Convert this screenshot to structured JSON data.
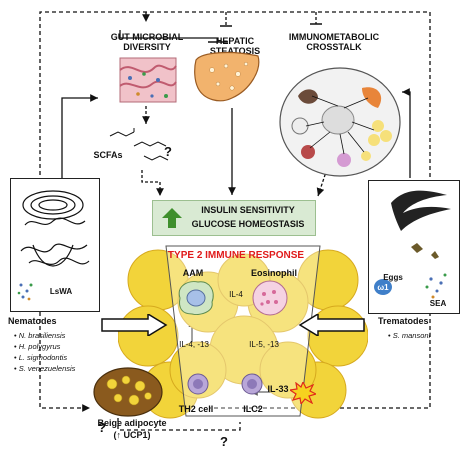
{
  "labels": {
    "gut": "GUT MICROBIAL DIVERSITY",
    "hepatic": "HEPATIC STEATOSIS",
    "immuno": "IMMUNOMETABOLIC CROSSTALK",
    "scfas": "SCFAs",
    "insulin": "INSULIN SENSITIVITY",
    "glucose": "GLUCOSE HOMEOSTASIS",
    "type2": "TYPE 2 IMMUNE RESPONSE",
    "aam": "AAM",
    "eosinophil": "Eosinophil",
    "il4": "IL-4",
    "il413": "IL-4, -13",
    "il513": "IL-5, -13",
    "th2": "TH2 cell",
    "ilc2": "ILC2",
    "il33": "IL-33",
    "lswa": "LsWA",
    "eggs": "Eggs",
    "sea": "SEA",
    "omega1": "ω1",
    "beige": "Beige adipocyte",
    "ucp1": "(↑ UCP1)",
    "question": "?"
  },
  "nematodes": {
    "title": "Nematodes",
    "species": [
      "N. brasiliensis",
      "H. polygyrus",
      "L. sigmodontis",
      "S. venezuelensis"
    ]
  },
  "trematodes": {
    "title": "Trematodes",
    "species": [
      "S. mansoni"
    ]
  },
  "colors": {
    "fat": "#f2d43a",
    "fat_dark": "#d6a91e",
    "green_box": "#d9ead3",
    "arrow_green": "#3f8f2d",
    "red_title": "#e01b1b",
    "liver": "#f2b36d",
    "beige": "#8a5a1e"
  }
}
